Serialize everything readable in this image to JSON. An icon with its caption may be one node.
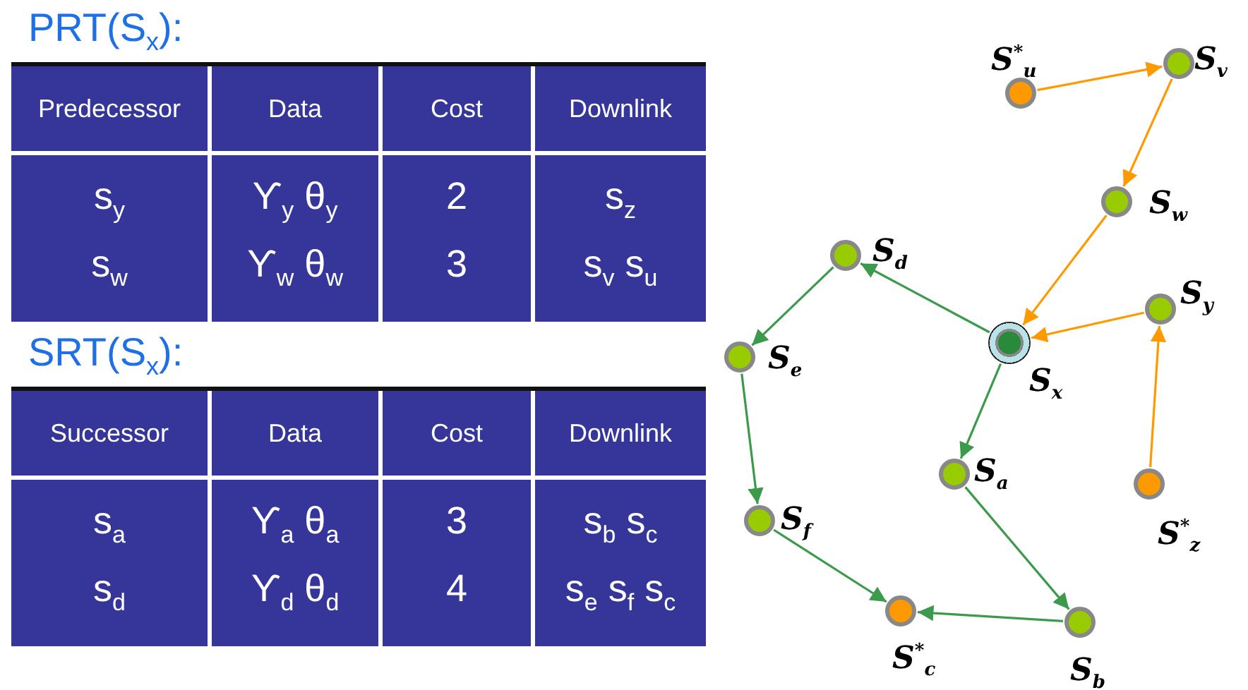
{
  "diagram": {
    "nodes": [
      {
        "text": [],
        "shape": "circle",
        "beside": [
          "S$^{*}$$_{u}$"
        ]
      },
      {
        "text": [],
        "shape": "circle",
        "beside": [
          "S$_{v}$"
        ]
      },
      {
        "text": [],
        "shape": "circle",
        "beside": [
          "S$_{w}$"
        ]
      },
      {
        "text": [],
        "shape": "circle",
        "beside": [
          "S$_{d}$"
        ]
      },
      {
        "text": [],
        "shape": "circle",
        "beside": [
          "S$_{y}$"
        ]
      },
      {
        "text": [],
        "shape": "circle",
        "beside": [
          "S$_{x}$"
        ]
      },
      {
        "text": [],
        "shape": "circle",
        "beside": [
          "S$_{e}$"
        ]
      },
      {
        "text": [],
        "shape": "circle",
        "beside": [
          "S$_{a}$"
        ]
      },
      {
        "text": [],
        "shape": "circle",
        "beside": [
          "S$^{*}$$_{z}$"
        ]
      },
      {
        "text": [],
        "shape": "circle",
        "beside": [
          "S$_{f}$"
        ]
      },
      {
        "text": [],
        "shape": "circle",
        "beside": [
          "S$^{*}$$_{c}$"
        ]
      },
      {
        "text": [],
        "shape": "circle",
        "beside": [
          "S$_{b}$"
        ]
      }
    ],
    "edges": [
      {
        "from": 0,
        "to": 1,
        "arrow": "to",
        "color": "#ff9900"
      },
      {
        "from": 1,
        "to": 2,
        "arrow": "to",
        "color": "#ff9900"
      },
      {
        "from": 2,
        "to": 5,
        "arrow": "to",
        "color": "#ff9900"
      },
      {
        "from": 4,
        "to": 5,
        "arrow": "to",
        "color": "#ff9900"
      },
      {
        "from": 8,
        "to": 4,
        "arrow": "to",
        "color": "#ff9900"
      },
      {
        "from": 5,
        "to": 3,
        "arrow": "to"
      },
      {
        "from": 3,
        "to": 6,
        "arrow": "to"
      },
      {
        "from": 6,
        "to": 9,
        "arrow": "to"
      },
      {
        "from": 9,
        "to": 10,
        "arrow": "to"
      },
      {
        "from": 5,
        "to": 7,
        "arrow": "to"
      },
      {
        "from": 7,
        "to": 11,
        "arrow": "to"
      },
      {
        "from": 11,
        "to": 10,
        "arrow": "to"
      }
    ],
    "labels": [
      "PRT(S$_{x}$):",
      "Predecessor",
      "Data",
      "Cost",
      "Downlink",
      "s$_{y}$",
      "ϒ$_{y}$ θ$_{y}$",
      "2",
      "s$_{z}$",
      "s$_{w}$",
      "ϒ$_{w}$ θ$_{w}$",
      "3",
      "s$_{v}$ s$_{u}$",
      "SRT(S$_{x}$):",
      "Successor",
      "Data",
      "Cost",
      "Downlink",
      "s$_{a}$",
      "ϒ$_{a}$ θ$_{a}$",
      "3",
      "s$_{b}$ s$_{c}$",
      "s$_{d}$",
      "ϒ$_{d}$ θ$_{d}$",
      "4",
      "s$_{e}$ s$_{f}$ s$_{c}$"
    ]
  }
}
